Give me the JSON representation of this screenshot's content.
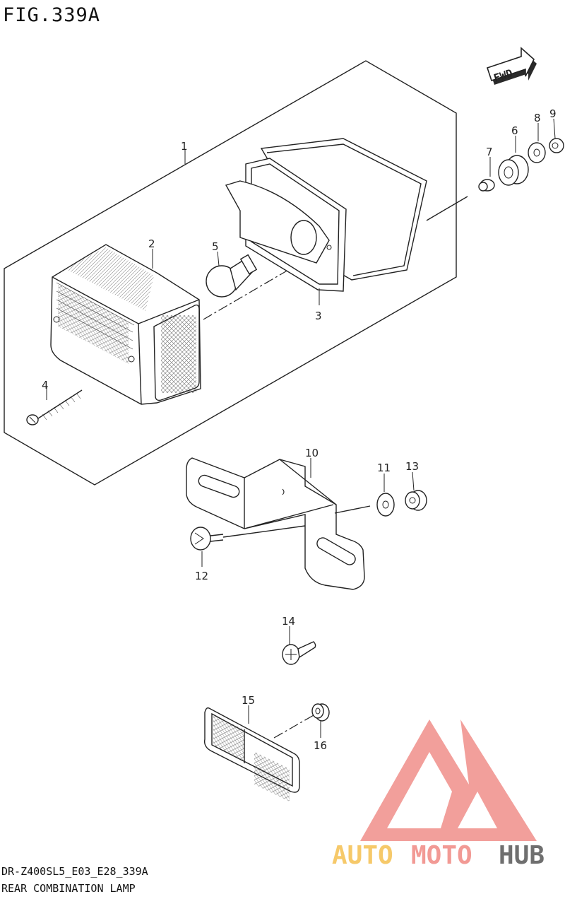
{
  "figure_title": "FIG.339A",
  "fwd_label": "FWD",
  "callouts": {
    "c1": "1",
    "c2": "2",
    "c3": "3",
    "c4": "4",
    "c5": "5",
    "c6": "6",
    "c7": "7",
    "c8": "8",
    "c9": "9",
    "c10": "10",
    "c11": "11",
    "c12": "12",
    "c13": "13",
    "c14": "14",
    "c15": "15",
    "c16": "16"
  },
  "footer": {
    "code": "DR-Z400SL5_E03_E28_339A",
    "caption": "REAR COMBINATION LAMP"
  },
  "watermark": {
    "auto": "AUTO",
    "moto": "MOTO",
    "hub": "HUB",
    "colors": {
      "auto": "#f6c96a",
      "moto": "#f29a95",
      "hub": "#6f6f6f",
      "logo": "#ee7f7a"
    }
  }
}
